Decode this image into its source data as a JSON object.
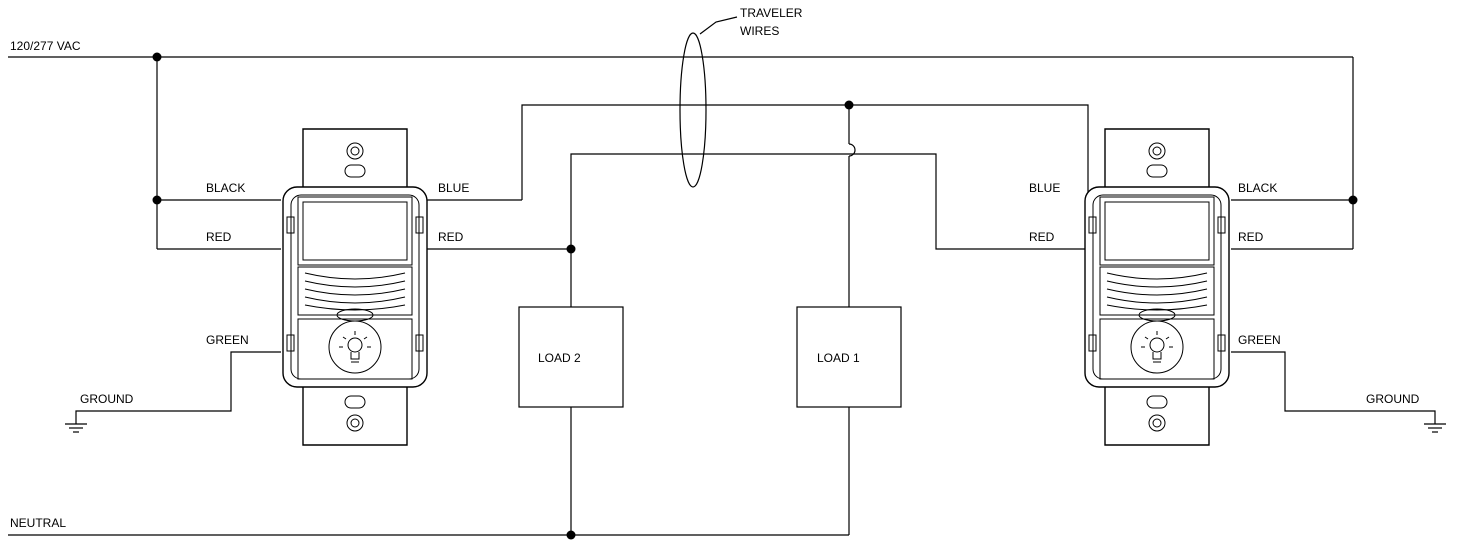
{
  "labels": {
    "supply": "120/277 VAC",
    "neutral": "NEUTRAL",
    "traveler_line1": "TRAVELER",
    "traveler_line2": "WIRES",
    "left_black": "BLACK",
    "left_red": "RED",
    "left_green": "GREEN",
    "left_ground": "GROUND",
    "left_blue_out": "BLUE",
    "left_red_out": "RED",
    "right_blue_in": "BLUE",
    "right_red_in": "RED",
    "right_black": "BLACK",
    "right_red": "RED",
    "right_green": "GREEN",
    "right_ground": "GROUND",
    "load2": "LOAD 2",
    "load1": "LOAD 1"
  },
  "colors": {
    "line": "#000000",
    "background": "#ffffff"
  }
}
